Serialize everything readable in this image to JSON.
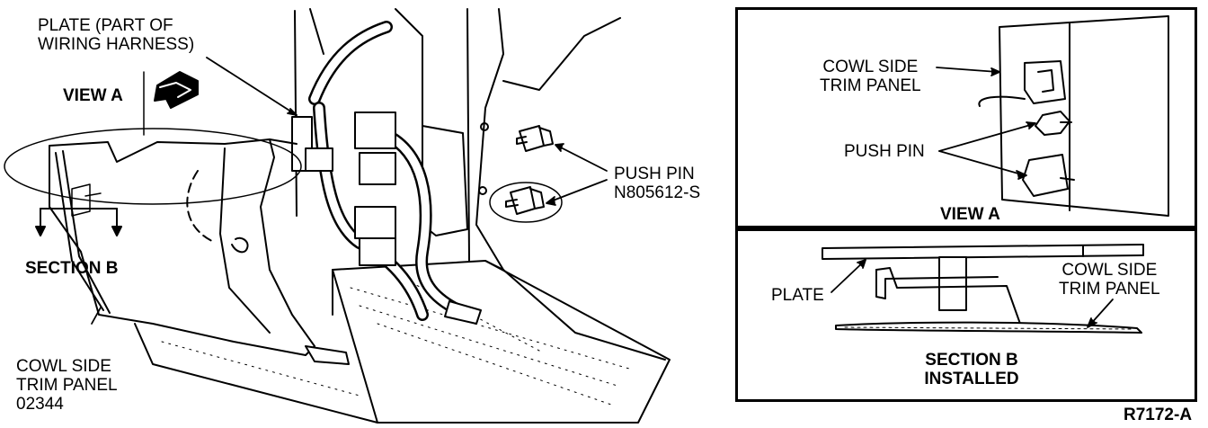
{
  "main_view": {
    "plate_label": "PLATE (PART OF WIRING HARNESS)",
    "plate_label_lines": [
      "PLATE (PART OF",
      "WIRING HARNESS)"
    ],
    "view_a_label": "VIEW A",
    "section_b_label": "SECTION B",
    "cowl_label_lines": [
      "COWL SIDE",
      "TRIM PANEL",
      "02344"
    ],
    "push_pin_lines": [
      "PUSH PIN",
      "N805612-S"
    ]
  },
  "inset_view_a": {
    "cowl_label_lines": [
      "COWL SIDE",
      "TRIM PANEL"
    ],
    "push_pin_label": "PUSH PIN",
    "caption": "VIEW A"
  },
  "inset_section_b": {
    "plate_label": "PLATE",
    "cowl_label_lines": [
      "COWL SIDE",
      "TRIM PANEL"
    ],
    "caption_lines": [
      "SECTION B",
      "INSTALLED"
    ]
  },
  "figure_id": "R7172-A",
  "colors": {
    "ink": "#000000",
    "paper": "#ffffff"
  }
}
